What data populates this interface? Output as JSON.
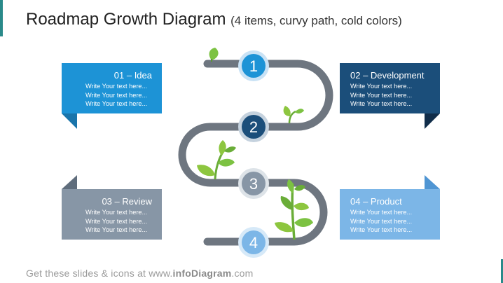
{
  "title": {
    "main": "Roadmap Growth Diagram",
    "sub": "(4 items, curvy path, cold colors)"
  },
  "footer": {
    "prefix": "Get these slides & icons at www.",
    "brand": "infoDiagram",
    "suffix": ".com"
  },
  "steps": [
    {
      "number": "1",
      "title": "01 – Idea",
      "lines": [
        "Write Your text here...",
        "Write Your text here...",
        "Write Your text here..."
      ]
    },
    {
      "number": "2",
      "title": "02 – Development",
      "lines": [
        "Write Your text here...",
        "Write Your text here...",
        "Write Your text here..."
      ]
    },
    {
      "number": "3",
      "title": "03 – Review",
      "lines": [
        "Write Your text here...",
        "Write Your text here...",
        "Write Your text here..."
      ]
    },
    {
      "number": "4",
      "title": "04 – Product",
      "lines": [
        "Write Your text here...",
        "Write Your text here...",
        "Write Your text here..."
      ]
    }
  ],
  "colors": {
    "step1": "#1d93d6",
    "step2": "#1b4e7a",
    "step3": "#8796a6",
    "step4": "#7cb6e7",
    "path": "#6e7680",
    "leaf": "#7cc242"
  },
  "icons": [
    "leaf-icon",
    "sprout-icon",
    "plant-icon",
    "growing-tree-icon"
  ]
}
